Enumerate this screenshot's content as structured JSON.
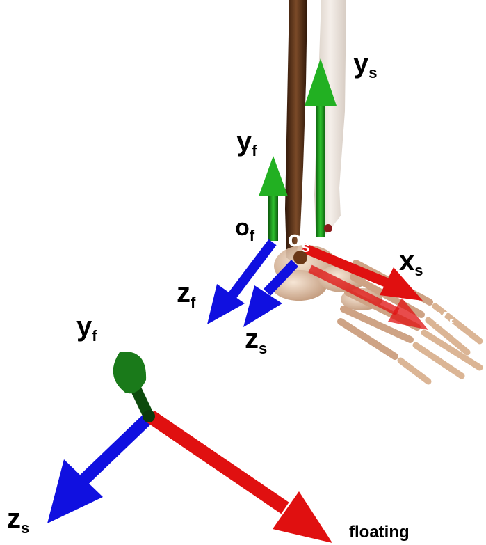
{
  "labels": {
    "ys_top": {
      "main": "y",
      "sub": "s"
    },
    "yf_top": {
      "main": "y",
      "sub": "f"
    },
    "of": {
      "main": "o",
      "sub": "f"
    },
    "os": {
      "main": "o",
      "sub": "s"
    },
    "xs": {
      "main": "x",
      "sub": "s"
    },
    "zf": {
      "main": "z",
      "sub": "f"
    },
    "zs_mid": {
      "main": "z",
      "sub": "s"
    },
    "xf": {
      "main": "x",
      "sub": "f"
    },
    "yf_bottom": {
      "main": "y",
      "sub": "f"
    },
    "zs_bottom": {
      "main": "z",
      "sub": "s"
    },
    "floating": "floating"
  },
  "colors": {
    "x_axis": "#e01010",
    "y_axis": "#1a8a1a",
    "z_axis": "#1010e0",
    "bone": "#e8c8a8",
    "tibia_dark": "#4a2a14",
    "fibula": "#e6dcd4"
  }
}
